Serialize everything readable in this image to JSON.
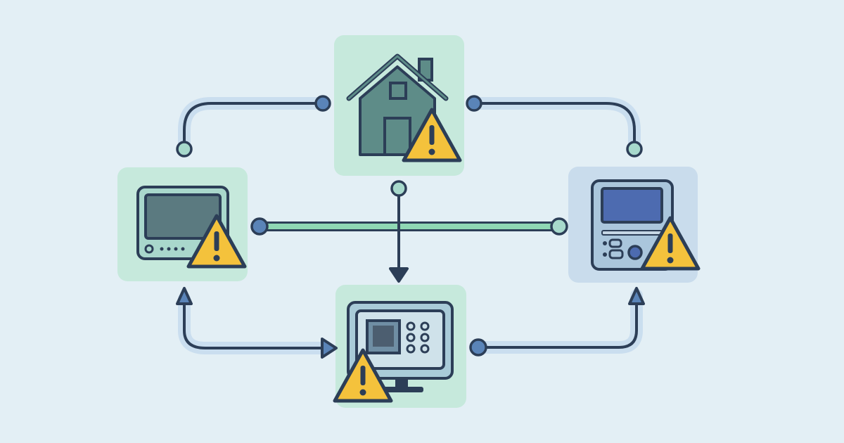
{
  "diagram": {
    "nodes": [
      {
        "id": "home",
        "icon": "house-icon",
        "warning": true
      },
      {
        "id": "left-device",
        "icon": "monitor-device-icon",
        "warning": true
      },
      {
        "id": "right-device",
        "icon": "control-panel-icon",
        "warning": true
      },
      {
        "id": "bottom-device",
        "icon": "desktop-terminal-icon",
        "warning": true
      }
    ],
    "connections": [
      {
        "from": "home",
        "to": "left-device",
        "style": "dot-line"
      },
      {
        "from": "home",
        "to": "right-device",
        "style": "dot-line"
      },
      {
        "from": "home",
        "to": "bottom-device",
        "style": "arrow"
      },
      {
        "from": "left-device",
        "to": "right-device",
        "style": "dot-line-green"
      },
      {
        "from": "bottom-device",
        "to": "left-device",
        "style": "arrow"
      },
      {
        "from": "left-device",
        "to": "bottom-device",
        "style": "arrow"
      },
      {
        "from": "bottom-device",
        "to": "right-device",
        "style": "arrow"
      }
    ],
    "colors": {
      "background": "#e3eff5",
      "tile_green": "#c6e9dc",
      "tile_blue": "#c9dcec",
      "outline": "#2c3e57",
      "teal": "#5e8c88",
      "glow": "#c2d9ec",
      "warning": "#f4c23c",
      "screen_blue": "#4d6bb0",
      "link_green": "#8fd8b4"
    }
  }
}
